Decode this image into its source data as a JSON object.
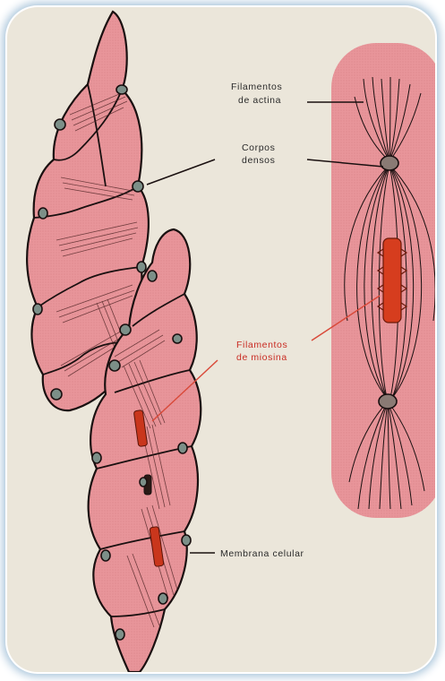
{
  "labels": {
    "actin": [
      "Filamentos",
      "de actina"
    ],
    "dense_bodies": [
      "Corpos",
      "densos"
    ],
    "myosin": [
      "Filamentos",
      "de miosina"
    ],
    "membrane": "Membrana celular"
  },
  "colors": {
    "background": "#ebe6da",
    "cell_fill": "#e8959a",
    "outline": "#1a1010",
    "dense_body": "#7c8f88",
    "myosin": "#d63d1e",
    "leader_red": "#d94a3a",
    "frame_glow": "#a8c4da"
  }
}
